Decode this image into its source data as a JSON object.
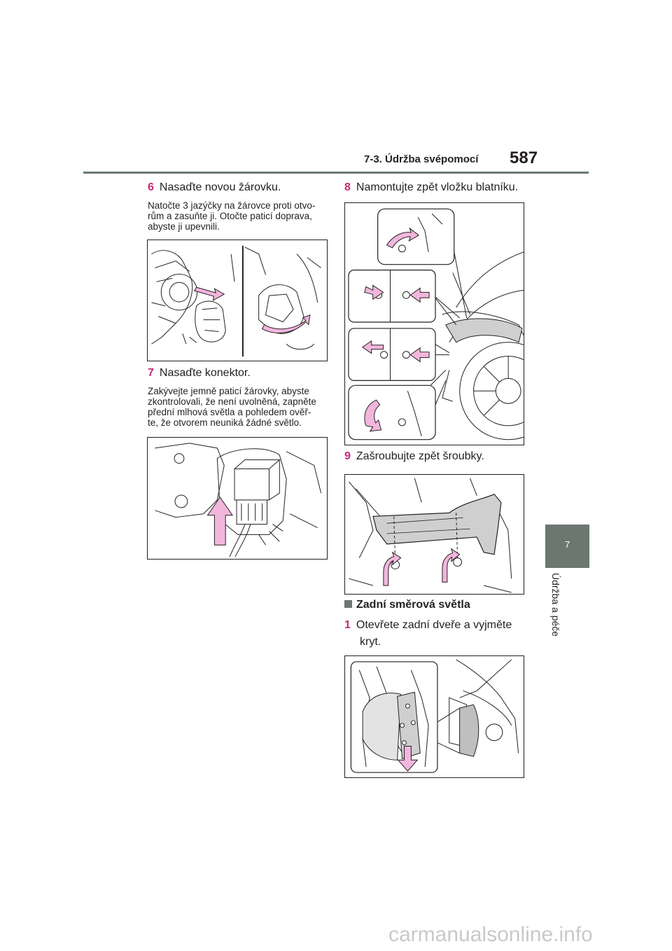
{
  "header": {
    "section": "7-3. Údržba svépomocí",
    "page_number": "587"
  },
  "side_tab": {
    "chapter_number": "7",
    "chapter_title": "Údržba a péče"
  },
  "steps": {
    "step6": {
      "number": "6",
      "title": "Nasaďte novou žárovku.",
      "desc_lines": [
        "Natočte 3 jazýčky na žárovce proti otvo-",
        "rům a zasuňte ji. Otočte paticí doprava,",
        "abyste ji upevnili."
      ]
    },
    "step7": {
      "number": "7",
      "title": "Nasaďte konektor.",
      "desc_lines": [
        "Zakývejte jemně paticí žárovky, abyste",
        "zkontrolovali, že není uvolněná, zapněte",
        "přední mlhová světla a pohledem ověř-",
        "te, že otvorem neuniká žádné světlo."
      ]
    },
    "step8": {
      "number": "8",
      "title": "Namontujte zpět vložku blatníku."
    },
    "step9": {
      "number": "9",
      "title": "Zašroubujte zpět šroubky."
    },
    "rear_section": {
      "title": "Zadní směrová světla"
    },
    "step1": {
      "number": "1",
      "title_lines": [
        "Otevřete zadní dveře a vyjměte",
        "kryt."
      ]
    }
  },
  "colors": {
    "accent": "#c7297c",
    "arrow_fill": "#f2b6dd",
    "tab": "#6b7770"
  },
  "watermark": "carmanualsonline.info"
}
